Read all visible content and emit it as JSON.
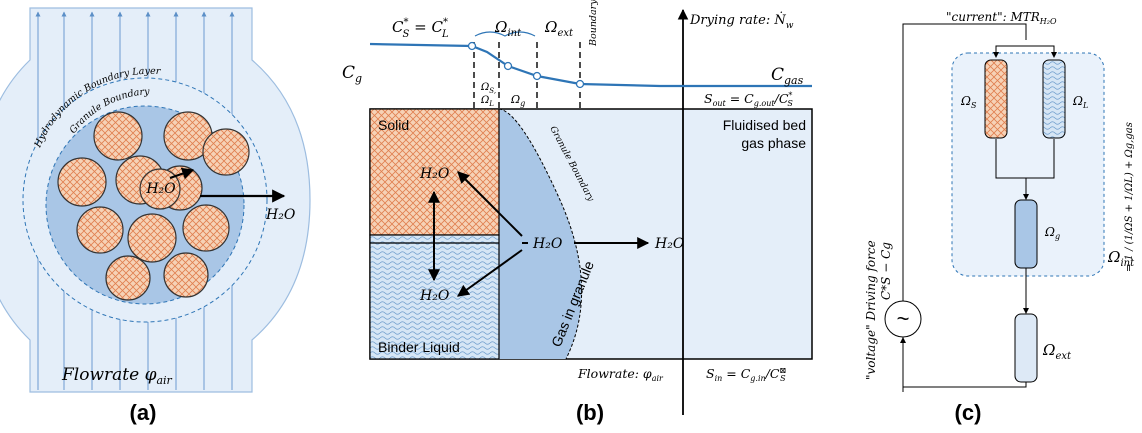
{
  "colors": {
    "light_blue": "#dde9f6",
    "mid_blue": "#bcd3ea",
    "granule_blue": "#a9c6e6",
    "line_blue": "#2e75b6",
    "particle_fill": "#f6d2b6",
    "particle_hatch": "#e07f4f",
    "binder_fill": "#cfe0f3",
    "binder_wave": "#7aa6d3",
    "stroke": "#000000"
  },
  "panel_a": {
    "label": "(a)",
    "hydro_layer": "Hydrodynamic Boundary Layer",
    "granule_boundary": "Granule Boundary",
    "h2o_inner": "H₂O",
    "h2o_outer": "H₂O",
    "flowrate": "Flowrate φ",
    "flowrate_sub": "air"
  },
  "panel_b": {
    "label": "(b)",
    "cs_eq_cl": "C*S = C*L",
    "cs_main": "C",
    "cs_sup": "*",
    "cs_sub": "S",
    "eq": " = ",
    "cl_main": "C",
    "cl_sup": "*",
    "cl_sub": "L",
    "omega_int": "Ω",
    "omega_int_sub": "int",
    "omega_ext": "Ω",
    "omega_ext_sub": "ext",
    "boundary_layer": "Boundary layer",
    "drying_rate": "Drying rate: Ṅ",
    "drying_rate_sub": "w",
    "cg": "C",
    "cg_sub": "g",
    "cgas": "C",
    "cgas_sub": "gas",
    "omega_sl_1": "Ω",
    "omega_sl_1_sub": "S,",
    "omega_sl_2": "Ω",
    "omega_sl_2_sub": "L",
    "omega_g": "Ω",
    "omega_g_sub": "g",
    "s_out": "S",
    "s_out_sub": "out",
    "s_out_rest": " = C",
    "s_out_rest_sub": "g.out",
    "s_out_rest2": "/C",
    "s_out_rest2_sub": "S",
    "s_out_rest2_sup": "*",
    "solid": "Solid",
    "binder_liquid": "Binder Liquid",
    "gas_in_granule": "Gas in granule",
    "granule_boundary": "Granule Boundary",
    "fluidised": "Fluidised bed",
    "gas_phase": "gas phase",
    "h2o": "H₂O",
    "flowrate": "Flowrate: φ",
    "flowrate_sub": "air",
    "s_in": "S",
    "s_in_sub": "in",
    "s_in_rest": " = C",
    "s_in_rest_sub": "g.in",
    "s_in_rest2": "/C",
    "s_in_rest2_sub": "S",
    "s_in_rest2_sup": "⊠"
  },
  "panel_c": {
    "label": "(c)",
    "current": "\"current\": MTR",
    "current_sub": "H₂O",
    "omega_s": "Ω",
    "omega_s_sub": "S",
    "omega_l": "Ω",
    "omega_l_sub": "L",
    "omega_g": "Ω",
    "omega_g_sub": "g",
    "omega_int": "Ω",
    "omega_int_sub": "int",
    "omega_ext": "Ω",
    "omega_ext_sub": "ext",
    "voltage": "\"voltage\" Driving force",
    "voltage_expr": "C*S − Cg",
    "source_symbol": "~",
    "formula": "= 1 / (1/ΩS + 1/ΩL) + Ωg,gas"
  }
}
